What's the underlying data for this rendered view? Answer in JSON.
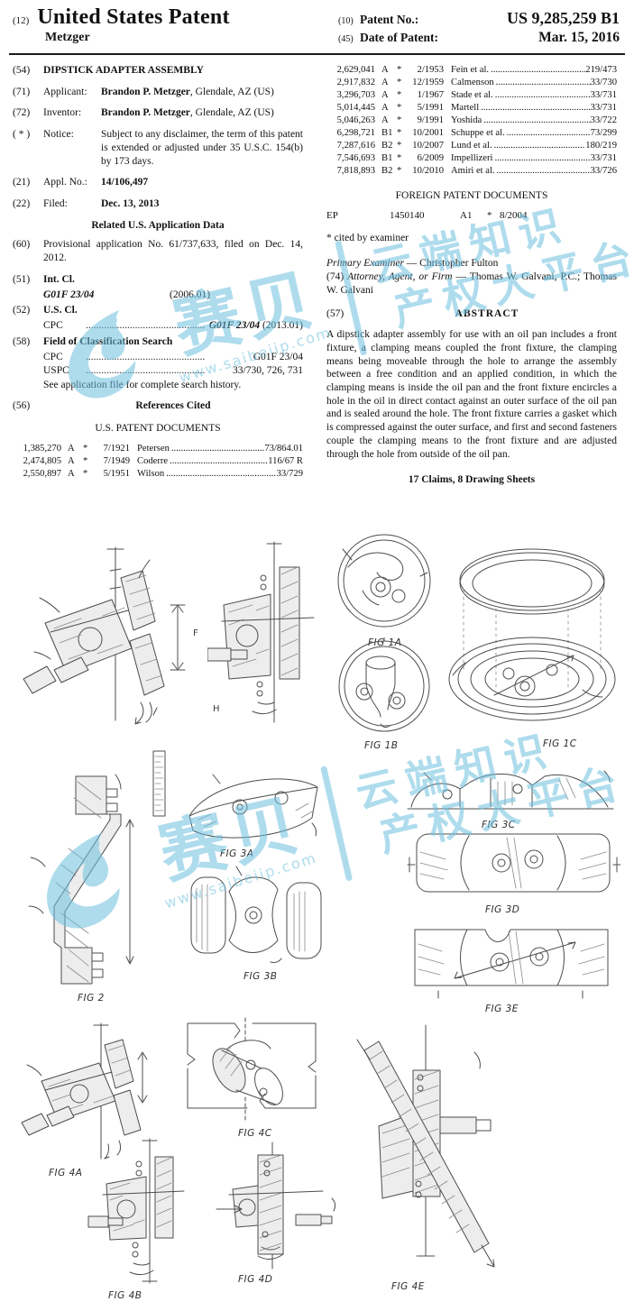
{
  "watermark": {
    "brand": "赛贝",
    "url": "www.saibeiip.com",
    "line1": "云端知识",
    "line2": "产权大平台"
  },
  "header": {
    "kind_num": "(12)",
    "title": "United States Patent",
    "surname": "Metzger",
    "patent_no_num": "(10)",
    "patent_no_label": "Patent No.:",
    "patent_no_value": "US 9,285,259 B1",
    "date_num": "(45)",
    "date_label": "Date of Patent:",
    "date_value": "Mar. 15, 2016"
  },
  "biblio": {
    "title_num": "(54)",
    "title": "DIPSTICK ADAPTER ASSEMBLY",
    "applicant_num": "(71)",
    "applicant_label": "Applicant:",
    "applicant_name": "Brandon P. Metzger",
    "applicant_rest": ", Glendale, AZ (US)",
    "inventor_num": "(72)",
    "inventor_label": "Inventor:",
    "inventor_name": "Brandon P. Metzger",
    "inventor_rest": ", Glendale, AZ (US)",
    "notice_num": "( * )",
    "notice_label": "Notice:",
    "notice_text": "Subject to any disclaimer, the term of this patent is extended or adjusted under 35 U.S.C. 154(b) by 173 days.",
    "appl_num": "(21)",
    "appl_label": "Appl. No.:",
    "appl_value": "14/106,497",
    "filed_num": "(22)",
    "filed_label": "Filed:",
    "filed_value": "Dec. 13, 2013",
    "related_heading": "Related U.S. Application Data",
    "related_num": "(60)",
    "related_text": "Provisional application No. 61/737,633, filed on Dec. 14, 2012.",
    "intcl_num": "(51)",
    "intcl_label": "Int. Cl.",
    "intcl_class": "G01F 23/04",
    "intcl_year": "(2006.01)",
    "uscl_num": "(52)",
    "uscl_label": "U.S. Cl.",
    "uscl_cpc_label": "CPC",
    "uscl_class": "G01F 23/04",
    "uscl_year": "(2013.01)",
    "field_num": "(58)",
    "field_label": "Field of Classification Search",
    "field_cpc_label": "CPC",
    "field_cpc_value": "G01F 23/04",
    "field_uspc_label": "USPC",
    "field_uspc_value": "33/730, 726, 731",
    "field_note": "See application file for complete search history."
  },
  "references": {
    "num": "(56)",
    "heading": "References Cited",
    "us_heading": "U.S. PATENT DOCUMENTS",
    "dots": "..............................................",
    "left_rows": [
      {
        "no": "1,385,270",
        "kind": "A",
        "star": "*",
        "date": "7/1921",
        "name": "Petersen",
        "cls": "73/864.01"
      },
      {
        "no": "2,474,805",
        "kind": "A",
        "star": "*",
        "date": "7/1949",
        "name": "Coderre",
        "cls": "116/67 R"
      },
      {
        "no": "2,550,897",
        "kind": "A",
        "star": "*",
        "date": "5/1951",
        "name": "Wilson",
        "cls": "33/729"
      }
    ],
    "right_rows": [
      {
        "no": "2,629,041",
        "kind": "A",
        "star": "*",
        "date": "2/1953",
        "name": "Fein et al.",
        "cls": "219/473"
      },
      {
        "no": "2,917,832",
        "kind": "A",
        "star": "*",
        "date": "12/1959",
        "name": "Calmenson",
        "cls": "33/730"
      },
      {
        "no": "3,296,703",
        "kind": "A",
        "star": "*",
        "date": "1/1967",
        "name": "Stade et al.",
        "cls": "33/731"
      },
      {
        "no": "5,014,445",
        "kind": "A",
        "star": "*",
        "date": "5/1991",
        "name": "Martell",
        "cls": "33/731"
      },
      {
        "no": "5,046,263",
        "kind": "A",
        "star": "*",
        "date": "9/1991",
        "name": "Yoshida",
        "cls": "33/722"
      },
      {
        "no": "6,298,721",
        "kind": "B1",
        "star": "*",
        "date": "10/2001",
        "name": "Schuppe et al.",
        "cls": "73/299"
      },
      {
        "no": "7,287,616",
        "kind": "B2",
        "star": "*",
        "date": "10/2007",
        "name": "Lund et al.",
        "cls": "180/219"
      },
      {
        "no": "7,546,693",
        "kind": "B1",
        "star": "*",
        "date": "6/2009",
        "name": "Impellizeri",
        "cls": "33/731"
      },
      {
        "no": "7,818,893",
        "kind": "B2",
        "star": "*",
        "date": "10/2010",
        "name": "Amiri et al.",
        "cls": "33/726"
      }
    ],
    "foreign_heading": "FOREIGN PATENT DOCUMENTS",
    "foreign_cc": "EP",
    "foreign_no": "1450140",
    "foreign_kind": "A1",
    "foreign_star": "*",
    "foreign_date": "8/2004",
    "cited_note": "* cited by examiner"
  },
  "agents": {
    "primary_label": "Primary Examiner",
    "primary_value": " — Christopher Fulton",
    "attorney_num": "(74)",
    "attorney_label": "Attorney, Agent, or Firm",
    "attorney_value": " — Thomas W. Galvani, P.C.; Thomas W. Galvani"
  },
  "abstract": {
    "num": "(57)",
    "heading": "ABSTRACT",
    "text": "A dipstick adapter assembly for use with an oil pan includes a front fixture, a clamping means coupled the front fixture, the clamping means being moveable through the hole to arrange the assembly between a free condition and an applied condition, in which the clamping means is inside the oil pan and the front fixture encircles a hole in the oil in direct contact against an outer surface of the oil pan and is sealed around the hole. The front fixture carries a gasket which is compressed against the outer surface, and first and second fasteners couple the clamping means to the front fixture and are adjusted through the hole from outside of the oil pan.",
    "claims_line": "17 Claims, 8 Drawing Sheets"
  },
  "figures": {
    "f1a": "FIG 1A",
    "f1b": "FIG 1B",
    "f1c": "FIG 1C",
    "f2": "FIG 2",
    "f3a": "FIG 3A",
    "f3b": "FIG 3B",
    "f3c": "FIG 3C",
    "f3d": "FIG 3D",
    "f3e": "FIG 3E",
    "f4a": "FIG 4A",
    "f4b": "FIG 4B",
    "f4c": "FIG 4C",
    "f4d": "FIG 4D",
    "f4e": "FIG 4E"
  },
  "annotations": {
    "dim_f": "F",
    "arrow_h": "H"
  }
}
